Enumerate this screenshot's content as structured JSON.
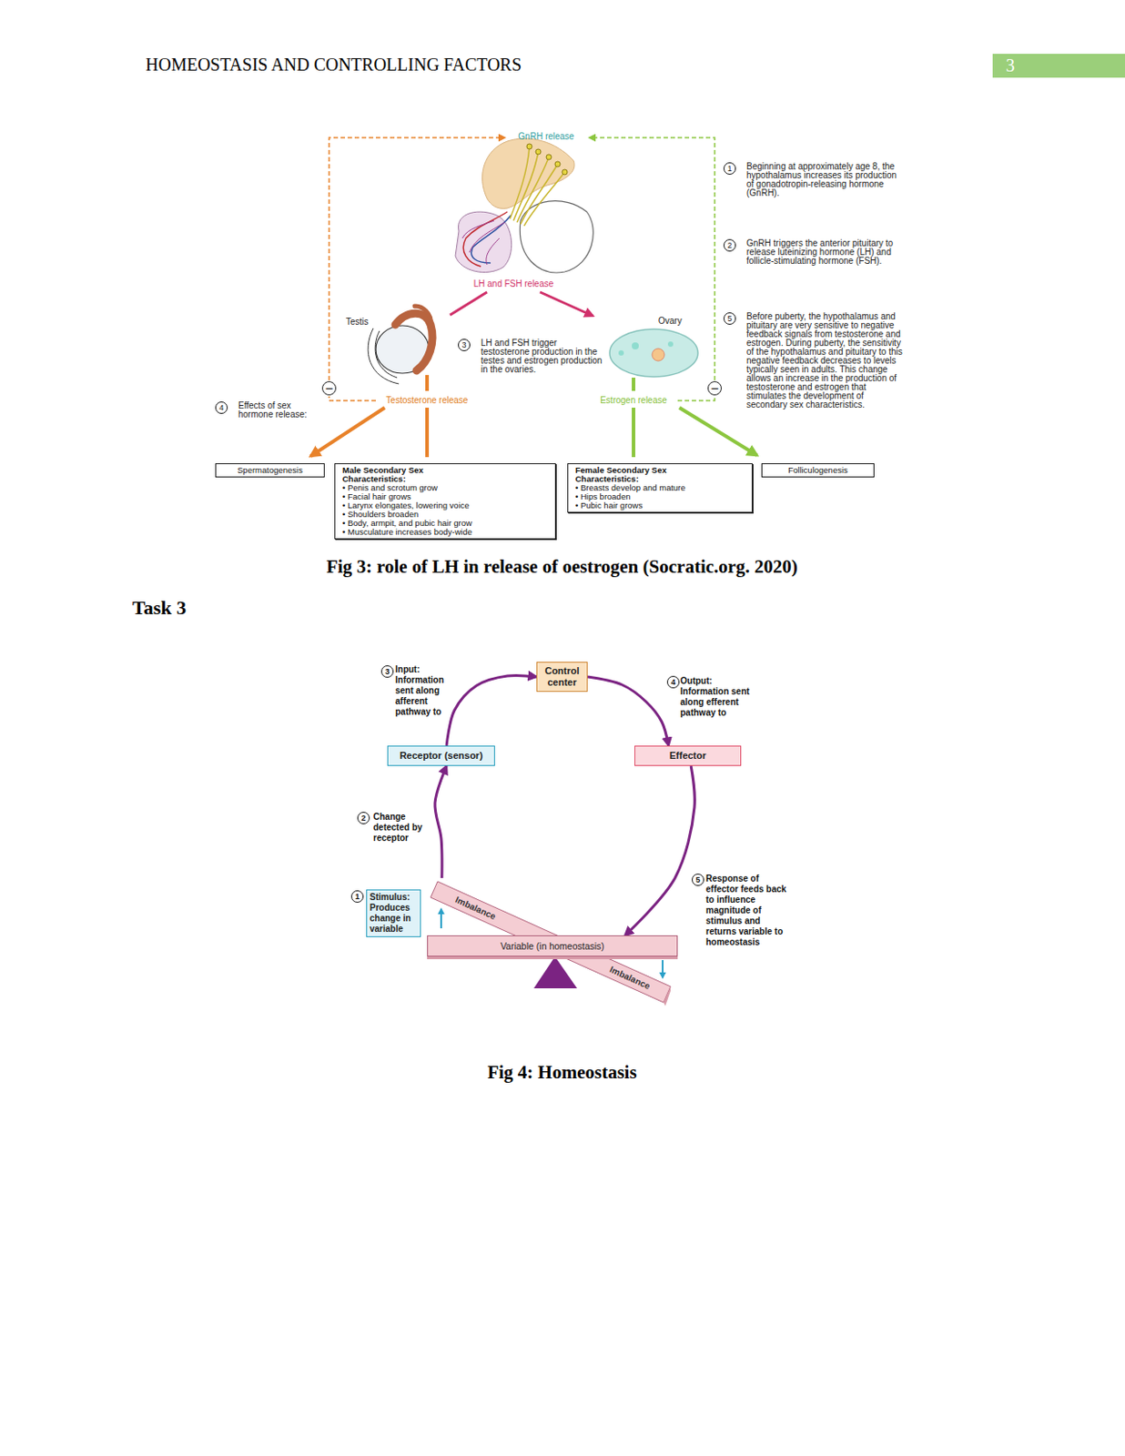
{
  "diagram": {
    "title": "HOMEOSTASIS AND CONTROLLING FACTORS",
    "caption": "Fig 3: role of LH in release of oestrogen (Socratic.org. 2020)",
    "nodes": [
      {
        "text": [
          "Spermatogenesis"
        ]
      },
      {
        "text": [
          "Male Secondary Sex Characteristics:",
          "• Penis and scrotum grow",
          "• Facial hair grows",
          "• Larynx elongates, lowering voice",
          "• Shoulders broaden",
          "• Body, armpit, and pubic hair grow",
          "• Musculature increases body-wide"
        ]
      },
      {
        "text": [
          "Female Secondary Sex Characteristics:",
          "• Breasts develop and mature",
          "• Hips broaden",
          "• Pubic hair grows"
        ]
      },
      {
        "text": [
          "Folliculogenesis"
        ]
      },
      {
        "text": [
          "Control center"
        ]
      },
      {
        "text": [
          "Receptor (sensor)"
        ]
      },
      {
        "text": [
          "Effector"
        ]
      },
      {
        "text": [
          "Stimulus: Produces change in variable"
        ]
      },
      {
        "text": [
          "Imbalance",
          "Imbalance"
        ]
      },
      {
        "text": [
          "Variable (in homeostasis)"
        ]
      }
    ],
    "edges": [
      {
        "from": 8,
        "to": 5,
        "arrow": "to"
      },
      {
        "from": 5,
        "to": 4,
        "arrow": "to"
      },
      {
        "from": 4,
        "to": 6,
        "arrow": "to"
      },
      {
        "from": 6,
        "to": 9,
        "arrow": "to"
      }
    ],
    "labels": [
      "3",
      "GnRH release",
      "1",
      "Beginning at approximately age 8, the hypothalamus increases its production of gonadotropin-releasing hormone (GnRH).",
      "2",
      "GnRH triggers the anterior pituitary to release luteinizing hormone (LH) and follicle-stimulating hormone (FSH).",
      "LH and FSH release",
      "Testis",
      "Ovary",
      "3",
      "LH and FSH trigger testosterone production in the testes and estrogen production in the ovaries.",
      "5",
      "Before puberty, the hypothalamus and pituitary are very sensitive to negative feedback signals from testosterone and estrogen. During puberty, the sensitivity of the hypothalamus and pituitary to this negative feedback decreases to levels typically seen in adults. This change allows an increase in the production of testosterone and estrogen that stimulates the development of secondary sex characteristics.",
      "−",
      "−",
      "4",
      "Effects of sex hormone release:",
      "Testosterone release",
      "Estrogen release",
      "Task 3",
      "3",
      "Input: Information sent along afferent pathway to",
      "4",
      "Output: Information sent along efferent pathway to",
      "2",
      "Change detected by receptor",
      "1",
      "5",
      "Response of effector feeds back to influence magnitude of stimulus and returns variable to homeostasis",
      "Fig 4: Homeostasis"
    ]
  }
}
